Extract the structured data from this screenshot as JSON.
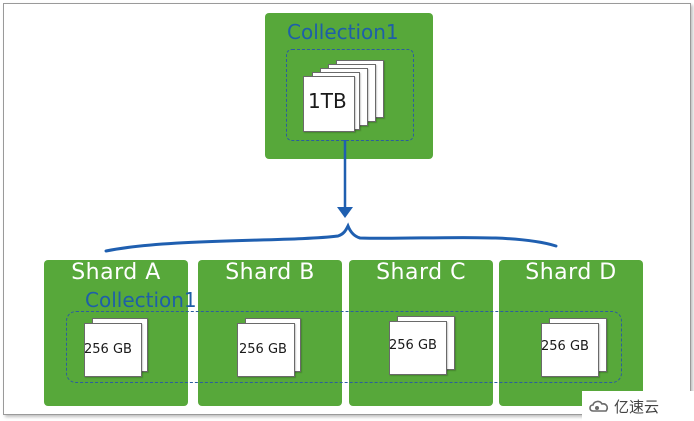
{
  "collection": {
    "name": "Collection1",
    "total_size": "1TB"
  },
  "shards": [
    {
      "name": "Shard A",
      "size": "256 GB"
    },
    {
      "name": "Shard B",
      "size": "256 GB"
    },
    {
      "name": "Shard C",
      "size": "256 GB"
    },
    {
      "name": "Shard D",
      "size": "256 GB"
    }
  ],
  "shard_collection_label": "Collection1",
  "watermark": {
    "text": "亿速云"
  },
  "colors": {
    "node_fill": "#57a83a",
    "label_blue": "#1e5fa8",
    "arrow_blue": "#1f5fb0"
  }
}
